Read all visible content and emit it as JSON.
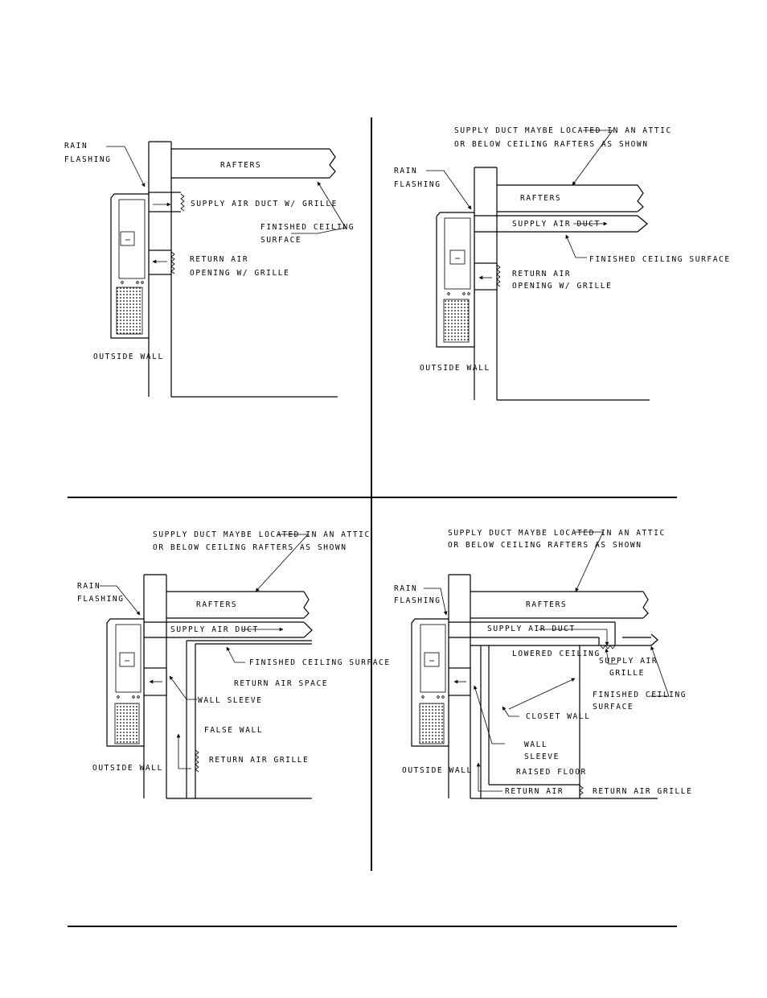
{
  "panel_a": {
    "rain_flashing": [
      "RAIN",
      "FLASHING"
    ],
    "rafters": "RAFTERS",
    "supply_air_duct": "SUPPLY AIR DUCT W/ GRILLE",
    "finished_ceiling": [
      "FINISHED CEILING",
      "SURFACE"
    ],
    "return_air": [
      "RETURN AIR",
      "OPENING W/ GRILLE"
    ],
    "outside_wall": "OUTSIDE WALL"
  },
  "panel_b": {
    "supply_note": [
      "SUPPLY DUCT MAYBE LOCATED IN AN ATTIC",
      "OR BELOW CEILING RAFTERS AS SHOWN"
    ],
    "rain_flashing": [
      "RAIN",
      "FLASHING"
    ],
    "rafters": "RAFTERS",
    "supply_air_duct": "SUPPLY AIR DUCT",
    "finished_ceiling": "FINISHED CEILING SURFACE",
    "return_air": [
      "RETURN AIR",
      "OPENING W/ GRILLE"
    ],
    "outside_wall": "OUTSIDE WALL"
  },
  "panel_c": {
    "supply_note": [
      "SUPPLY DUCT MAYBE LOCATED IN AN ATTIC",
      "OR BELOW CEILING RAFTERS AS SHOWN"
    ],
    "rain_flashing": [
      "RAIN",
      "FLASHING"
    ],
    "rafters": "RAFTERS",
    "supply_air_duct": "SUPPLY AIR DUCT",
    "finished_ceiling": "FINISHED CEILING SURFACE",
    "return_air_space": "RETURN AIR SPACE",
    "wall_sleeve": "WALL SLEEVE",
    "false_wall": "FALSE WALL",
    "return_air_grille": "RETURN AIR GRILLE",
    "outside_wall": "OUTSIDE WALL"
  },
  "panel_d": {
    "supply_note": [
      "SUPPLY DUCT MAYBE LOCATED IN AN ATTIC",
      "OR BELOW CEILING RAFTERS AS SHOWN"
    ],
    "rain_flashing": [
      "RAIN",
      "FLASHING"
    ],
    "rafters": "RAFTERS",
    "supply_air_duct": "SUPPLY AIR DUCT",
    "lowered_ceiling": "LOWERED CEILING",
    "supply_air_grille": [
      "SUPPLY AIR",
      "GRILLE"
    ],
    "finished_ceiling": [
      "FINISHED CEILING",
      "SURFACE"
    ],
    "closet_wall": "CLOSET WALL",
    "wall_sleeve": [
      "WALL",
      "SLEEVE"
    ],
    "raised_floor": "RAISED FLOOR",
    "return_air": "RETURN AIR",
    "return_air_grille": "RETURN AIR GRILLE",
    "outside_wall": "OUTSIDE WALL"
  }
}
